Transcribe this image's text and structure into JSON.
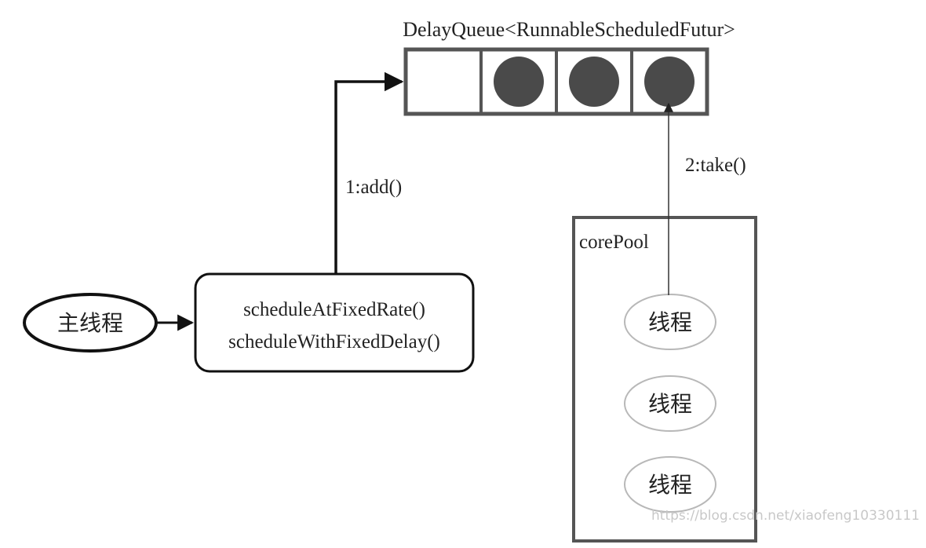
{
  "queue": {
    "label": "DelayQueue<RunnableScheduledFutur>",
    "slots": [
      {
        "filled": false
      },
      {
        "filled": true
      },
      {
        "filled": true
      },
      {
        "filled": true
      }
    ]
  },
  "main_thread": {
    "label": "主线程"
  },
  "schedule_box": {
    "line1": "scheduleAtFixedRate()",
    "line2": "scheduleWithFixedDelay()"
  },
  "edges": {
    "add_label": "1:add()",
    "take_label": "2:take()"
  },
  "core_pool": {
    "label": "corePool",
    "threads": [
      "线程",
      "线程",
      "线程"
    ]
  },
  "watermark": "https://blog.csdn.net/xiaofeng10330111",
  "colors": {
    "stroke_dark": "#555555",
    "stroke_black": "#111111",
    "ball_fill": "#4a4a4a",
    "thread_stroke": "#b8b8b8",
    "watermark": "#c8c8c8"
  }
}
